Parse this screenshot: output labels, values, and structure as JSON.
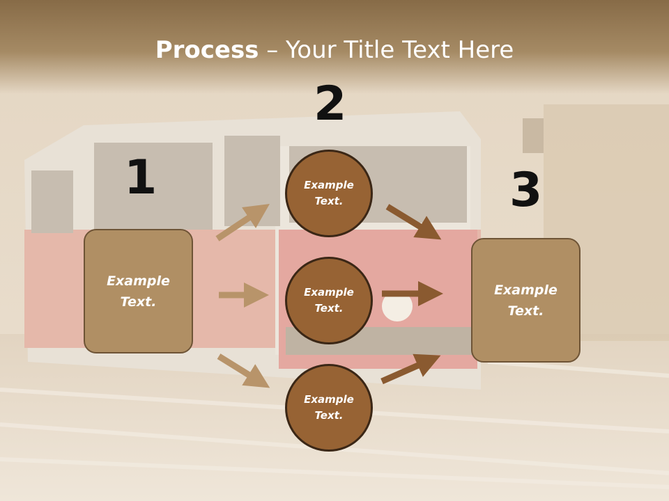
{
  "title": {
    "bold": "Process",
    "rest": " – Your Title Text Here"
  },
  "steps": {
    "one": "1",
    "two": "2",
    "three": "3"
  },
  "left_box": {
    "text": "Example\nText."
  },
  "right_box": {
    "text": "Example\nText."
  },
  "circles": [
    {
      "text": "Example\nText."
    },
    {
      "text": "Example\nText."
    },
    {
      "text": "Example\nText."
    }
  ],
  "colors": {
    "box": "#b08f64",
    "circle": "#976334",
    "arrow_light": "#b8946a",
    "arrow_dark": "#8a5a30"
  }
}
